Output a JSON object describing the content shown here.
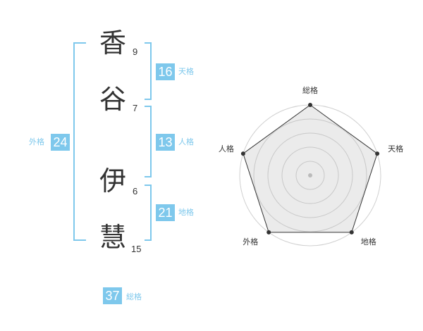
{
  "name": {
    "chars": [
      {
        "char": "香",
        "strokes": "9"
      },
      {
        "char": "谷",
        "strokes": "7"
      },
      {
        "char": "伊",
        "strokes": "6"
      },
      {
        "char": "慧",
        "strokes": "15"
      }
    ]
  },
  "kaku": {
    "tenkaku": {
      "value": "16",
      "label": "天格"
    },
    "jinkaku": {
      "value": "13",
      "label": "人格"
    },
    "chikaku": {
      "value": "21",
      "label": "地格"
    },
    "gaikaku": {
      "value": "24",
      "label": "外格"
    },
    "soukaku": {
      "value": "37",
      "label": "総格"
    }
  },
  "chart_data": {
    "type": "radar",
    "axes": [
      "総格",
      "天格",
      "地格",
      "外格",
      "人格"
    ],
    "values": [
      5,
      5,
      5,
      5,
      5
    ],
    "range": [
      0,
      5
    ],
    "grid_rings": 5,
    "colors": {
      "fill": "#ebebeb",
      "line": "#333333",
      "grid": "#d0d0d0"
    }
  }
}
